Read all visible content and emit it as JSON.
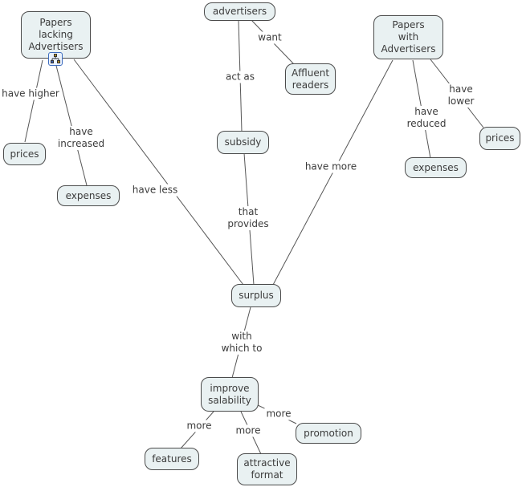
{
  "colors": {
    "background": "#ffffff",
    "node_fill": "#e9f1f2",
    "node_border": "#4b4b4b",
    "text": "#3b3b3b",
    "connector": "#565656",
    "icon_border": "#3e6dbf",
    "icon_fill": "#eaf1fb",
    "icon_glyph_blue": "#3b5fb0",
    "icon_glyph_gold": "#b08a1e"
  },
  "nodes": {
    "papers_lacking_advertisers": {
      "label": "Papers\nlacking\nAdvertisers"
    },
    "advertisers": {
      "label": "advertisers"
    },
    "affluent_readers": {
      "label": "Affluent\nreaders"
    },
    "papers_with_advertisers": {
      "label": "Papers\nwith\nAdvertisers"
    },
    "prices_left": {
      "label": "prices"
    },
    "expenses_left": {
      "label": "expenses"
    },
    "subsidy": {
      "label": "subsidy"
    },
    "expenses_right": {
      "label": "expenses"
    },
    "prices_right": {
      "label": "prices"
    },
    "surplus": {
      "label": "surplus"
    },
    "improve_salability": {
      "label": "improve\nsalability"
    },
    "features": {
      "label": "features"
    },
    "attractive_format": {
      "label": "attractive\nformat"
    },
    "promotion": {
      "label": "promotion"
    }
  },
  "edge_labels": {
    "have_higher": "have higher",
    "have_increased": "have\nincreased",
    "have_less": "have less",
    "act_as": "act as",
    "want": "want",
    "that_provides": "that\nprovides",
    "have_more": "have more",
    "have_reduced": "have\nreduced",
    "have_lower": "have\nlower",
    "with_which_to": "with\nwhich to",
    "more_left": "more",
    "more_center": "more",
    "more_right": "more"
  },
  "propositions": [
    {
      "from": "Papers lacking Advertisers",
      "label": "have higher",
      "to": "prices"
    },
    {
      "from": "Papers lacking Advertisers",
      "label": "have increased",
      "to": "expenses"
    },
    {
      "from": "Papers lacking Advertisers",
      "label": "have less",
      "to": "surplus"
    },
    {
      "from": "advertisers",
      "label": "act as",
      "to": "subsidy"
    },
    {
      "from": "advertisers",
      "label": "want",
      "to": "Affluent readers"
    },
    {
      "from": "subsidy",
      "label": "that provides",
      "to": "surplus"
    },
    {
      "from": "Papers with Advertisers",
      "label": "have more",
      "to": "surplus"
    },
    {
      "from": "Papers with Advertisers",
      "label": "have reduced",
      "to": "expenses"
    },
    {
      "from": "Papers with Advertisers",
      "label": "have lower",
      "to": "prices"
    },
    {
      "from": "surplus",
      "label": "with which to",
      "to": "improve salability"
    },
    {
      "from": "improve salability",
      "label": "more",
      "to": "features"
    },
    {
      "from": "improve salability",
      "label": "more",
      "to": "attractive format"
    },
    {
      "from": "improve salability",
      "label": "more",
      "to": "promotion"
    }
  ],
  "icons": {
    "papers_lacking_resource": "linked-concept-map-resource-icon"
  }
}
